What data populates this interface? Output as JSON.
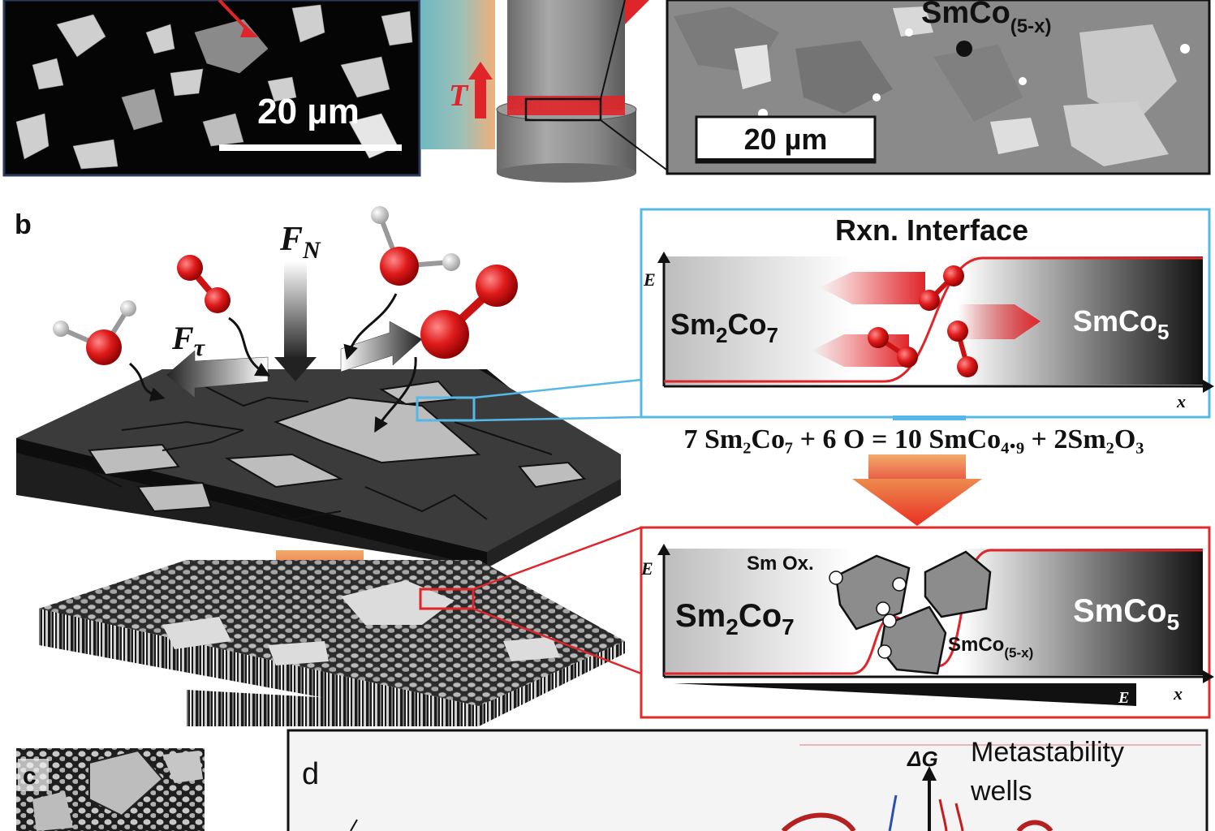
{
  "panel_a": {
    "left_scale": "20 µm",
    "temperature_symbol": "T",
    "right_label_main": "SmCo",
    "right_label_sub": "(5-x)",
    "right_scale": "20 µm"
  },
  "panel_b": {
    "letter": "b",
    "normal_force_main": "F",
    "normal_force_sub": "N",
    "shear_force_main": "F",
    "shear_force_sub": "τ",
    "interface_box": {
      "title": "Rxn. Interface",
      "y_axis": "E",
      "x_axis": "x",
      "left_phase": {
        "base1": "Sm",
        "sub1": "2",
        "base2": "Co",
        "sub2": "7"
      },
      "right_phase": {
        "base": "SmCo",
        "sub": "5"
      }
    },
    "equation": "7 Sm₂Co₇ + 6 O = 10 SmCo₄.₉ + 2Sm₂O₃",
    "product_box": {
      "y_axis": "E",
      "x_axis": "x",
      "gradient_label": "E",
      "oxide_label": "Sm Ox.",
      "left_phase": {
        "base1": "Sm",
        "sub1": "2",
        "base2": "Co",
        "sub2": "7"
      },
      "right_phase": {
        "base": "SmCo",
        "sub": "5"
      },
      "grain_label_main": "SmCo",
      "grain_label_sub": "(5-x)"
    }
  },
  "panel_c": {
    "letter": "c"
  },
  "panel_d": {
    "letter": "d",
    "axis_label": "ΔG",
    "wells_line1": "Metastability",
    "wells_line2": "wells"
  },
  "colors": {
    "reaction_red": "#e0252a",
    "interface_blue": "#56b8e6",
    "product_red": "#e22b2b",
    "arrow_orange": "#f08a3c"
  }
}
